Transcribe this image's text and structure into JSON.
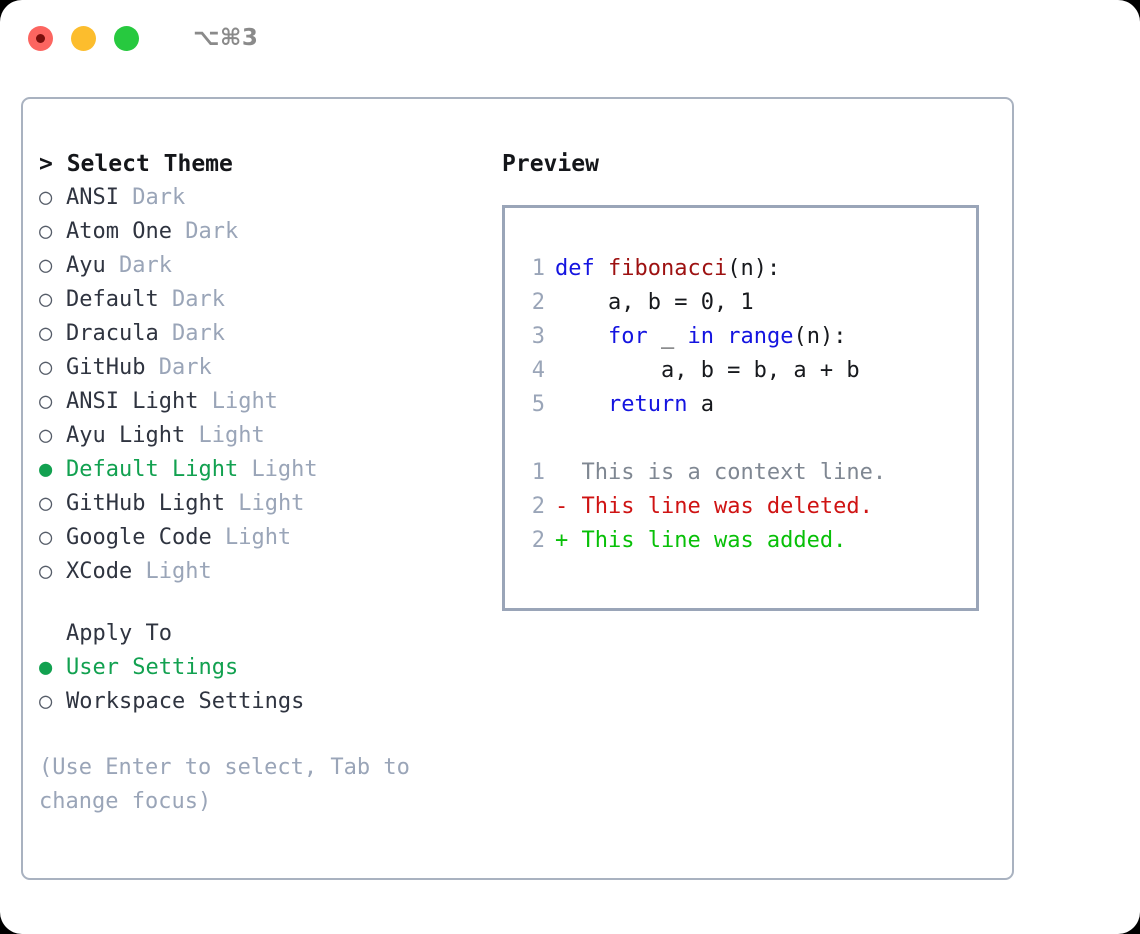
{
  "titlebar": {
    "shortcut": "⌥⌘3",
    "dots": [
      {
        "name": "close",
        "color": "#fc6560"
      },
      {
        "name": "minimize",
        "color": "#fcbd2d"
      },
      {
        "name": "maximize",
        "color": "#27c93f"
      }
    ]
  },
  "colors": {
    "panel_border": "#a9b2c0",
    "accent_green": "#12a150",
    "muted": "#9aa5b8",
    "text": "#2f3440",
    "keyword_blue": "#1414e0",
    "function_red": "#9d1111",
    "diff_added": "#08c008",
    "diff_deleted": "#cf1313"
  },
  "theme_list": {
    "heading_prefix": "> ",
    "heading": "Select Theme",
    "items": [
      {
        "marker": "○",
        "label": "ANSI",
        "tag": "Dark",
        "selected": false
      },
      {
        "marker": "○",
        "label": "Atom One",
        "tag": "Dark",
        "selected": false
      },
      {
        "marker": "○",
        "label": "Ayu",
        "tag": "Dark",
        "selected": false
      },
      {
        "marker": "○",
        "label": "Default",
        "tag": "Dark",
        "selected": false
      },
      {
        "marker": "○",
        "label": "Dracula",
        "tag": "Dark",
        "selected": false
      },
      {
        "marker": "○",
        "label": "GitHub",
        "tag": "Dark",
        "selected": false
      },
      {
        "marker": "○",
        "label": "ANSI Light",
        "tag": "Light",
        "selected": false
      },
      {
        "marker": "○",
        "label": "Ayu Light",
        "tag": "Light",
        "selected": false
      },
      {
        "marker": "●",
        "label": "Default Light",
        "tag": "Light",
        "selected": true
      },
      {
        "marker": "○",
        "label": "GitHub Light",
        "tag": "Light",
        "selected": false
      },
      {
        "marker": "○",
        "label": "Google Code",
        "tag": "Light",
        "selected": false
      },
      {
        "marker": "○",
        "label": "XCode",
        "tag": "Light",
        "selected": false
      }
    ]
  },
  "apply_to": {
    "heading": "Apply To",
    "items": [
      {
        "marker": "●",
        "label": "User Settings",
        "selected": true
      },
      {
        "marker": "○",
        "label": "Workspace Settings",
        "selected": false
      }
    ]
  },
  "hint": "(Use Enter to select, Tab to change focus)",
  "preview": {
    "heading": "Preview",
    "code_lines": [
      {
        "num": "1",
        "tokens": [
          {
            "t": "def ",
            "c": "kw"
          },
          {
            "t": "fibonacci",
            "c": "fn"
          },
          {
            "t": "(n):",
            "c": ""
          }
        ]
      },
      {
        "num": "2",
        "tokens": [
          {
            "t": "    a, b = 0, 1",
            "c": ""
          }
        ]
      },
      {
        "num": "3",
        "tokens": [
          {
            "t": "    ",
            "c": ""
          },
          {
            "t": "for",
            "c": "kw"
          },
          {
            "t": " _ ",
            "c": ""
          },
          {
            "t": "in",
            "c": "kw"
          },
          {
            "t": " ",
            "c": ""
          },
          {
            "t": "range",
            "c": "kw"
          },
          {
            "t": "(n):",
            "c": ""
          }
        ]
      },
      {
        "num": "4",
        "tokens": [
          {
            "t": "        a, b = b, a + b",
            "c": ""
          }
        ]
      },
      {
        "num": "5",
        "tokens": [
          {
            "t": "    ",
            "c": ""
          },
          {
            "t": "return",
            "c": "kw"
          },
          {
            "t": " a",
            "c": ""
          }
        ]
      }
    ],
    "diff_lines": [
      {
        "num": "1",
        "sign": "  ",
        "text": "This is a context line.",
        "kind": "ctx"
      },
      {
        "num": "2",
        "sign": "- ",
        "text": "This line was deleted.",
        "kind": "del"
      },
      {
        "num": "2",
        "sign": "+ ",
        "text": "This line was added.",
        "kind": "add"
      }
    ]
  }
}
